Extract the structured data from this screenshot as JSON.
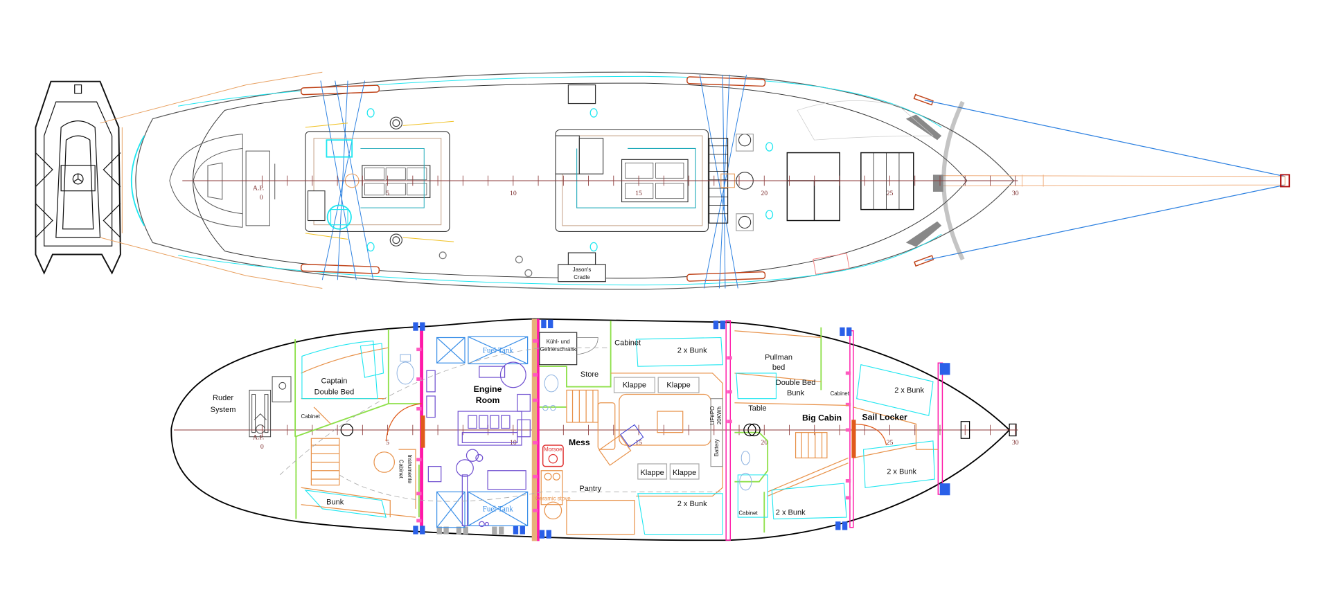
{
  "colors": {
    "hull": "#000000",
    "centerline": "#8b3a3a",
    "bulkhead": "#ff1aa8",
    "partition": "#8ee04a",
    "furniture": "#e8924a",
    "bedding": "#1de6f0",
    "engine": "#7050d0",
    "tank": "#3a8fe8",
    "rigging": "#2a7fe0",
    "chainplate": "#c0441a"
  },
  "stations": [
    {
      "value": 0,
      "label": "0"
    },
    {
      "value": 5,
      "label": "5"
    },
    {
      "value": 10,
      "label": "10"
    },
    {
      "value": 15,
      "label": "15"
    },
    {
      "value": 20,
      "label": "20"
    },
    {
      "value": 25,
      "label": "25"
    },
    {
      "value": 30,
      "label": "30"
    }
  ],
  "deck_plan": {
    "ap_label": "A.P.",
    "ap_value": "0",
    "jasons_cradle": [
      "Jason's",
      "Cradle"
    ]
  },
  "accommodation_plan": {
    "ap_label": "A.P.",
    "ap_value": "0",
    "rooms": {
      "ruder_system": [
        "Ruder",
        "System"
      ],
      "captain_bed": [
        "Captain",
        "Double Bed"
      ],
      "cabinet_aft": "Cabinet",
      "engine_room": [
        "Engine",
        "Room"
      ],
      "fuel_tank_top": "Fuel Tank",
      "fuel_tank_bottom": "Fuel Tank",
      "instrument_cabinet": [
        "Instrumente",
        "Cabinet"
      ],
      "bunk_aft": "Bunk",
      "fridge": [
        "Kühl- und",
        "Gefrierschrank"
      ],
      "cabinet_mess": "Cabinet",
      "store": "Store",
      "bunk_mess_top": "2 x Bunk",
      "klappe_1": "Klappe",
      "klappe_2": "Klappe",
      "klappe_3": "Klappe",
      "klappe_4": "Klappe",
      "mess": "Mess",
      "morsoe": "Morsoe",
      "ceramic_stove": "Ceramic stove",
      "pantry": "Pantry",
      "bunk_mess_bottom": "2 x Bunk",
      "battery": [
        "LiFePO",
        "20KWh",
        "Battery"
      ],
      "pullman": [
        "Pullman",
        "bed"
      ],
      "double_bed_bunk": [
        "Double Bed",
        "Bunk"
      ],
      "cabinet_big_top": "Cabinet",
      "table": "Table",
      "big_cabin": "Big Cabin",
      "sail_locker": "Sail Locker",
      "bunk_fwd_top": "2 x Bunk",
      "bunk_fwd_bottom": "2 x Bunk",
      "cabinet_big_bottom": "Cabinet",
      "bunk_big_bottom": "2 x Bunk"
    }
  }
}
